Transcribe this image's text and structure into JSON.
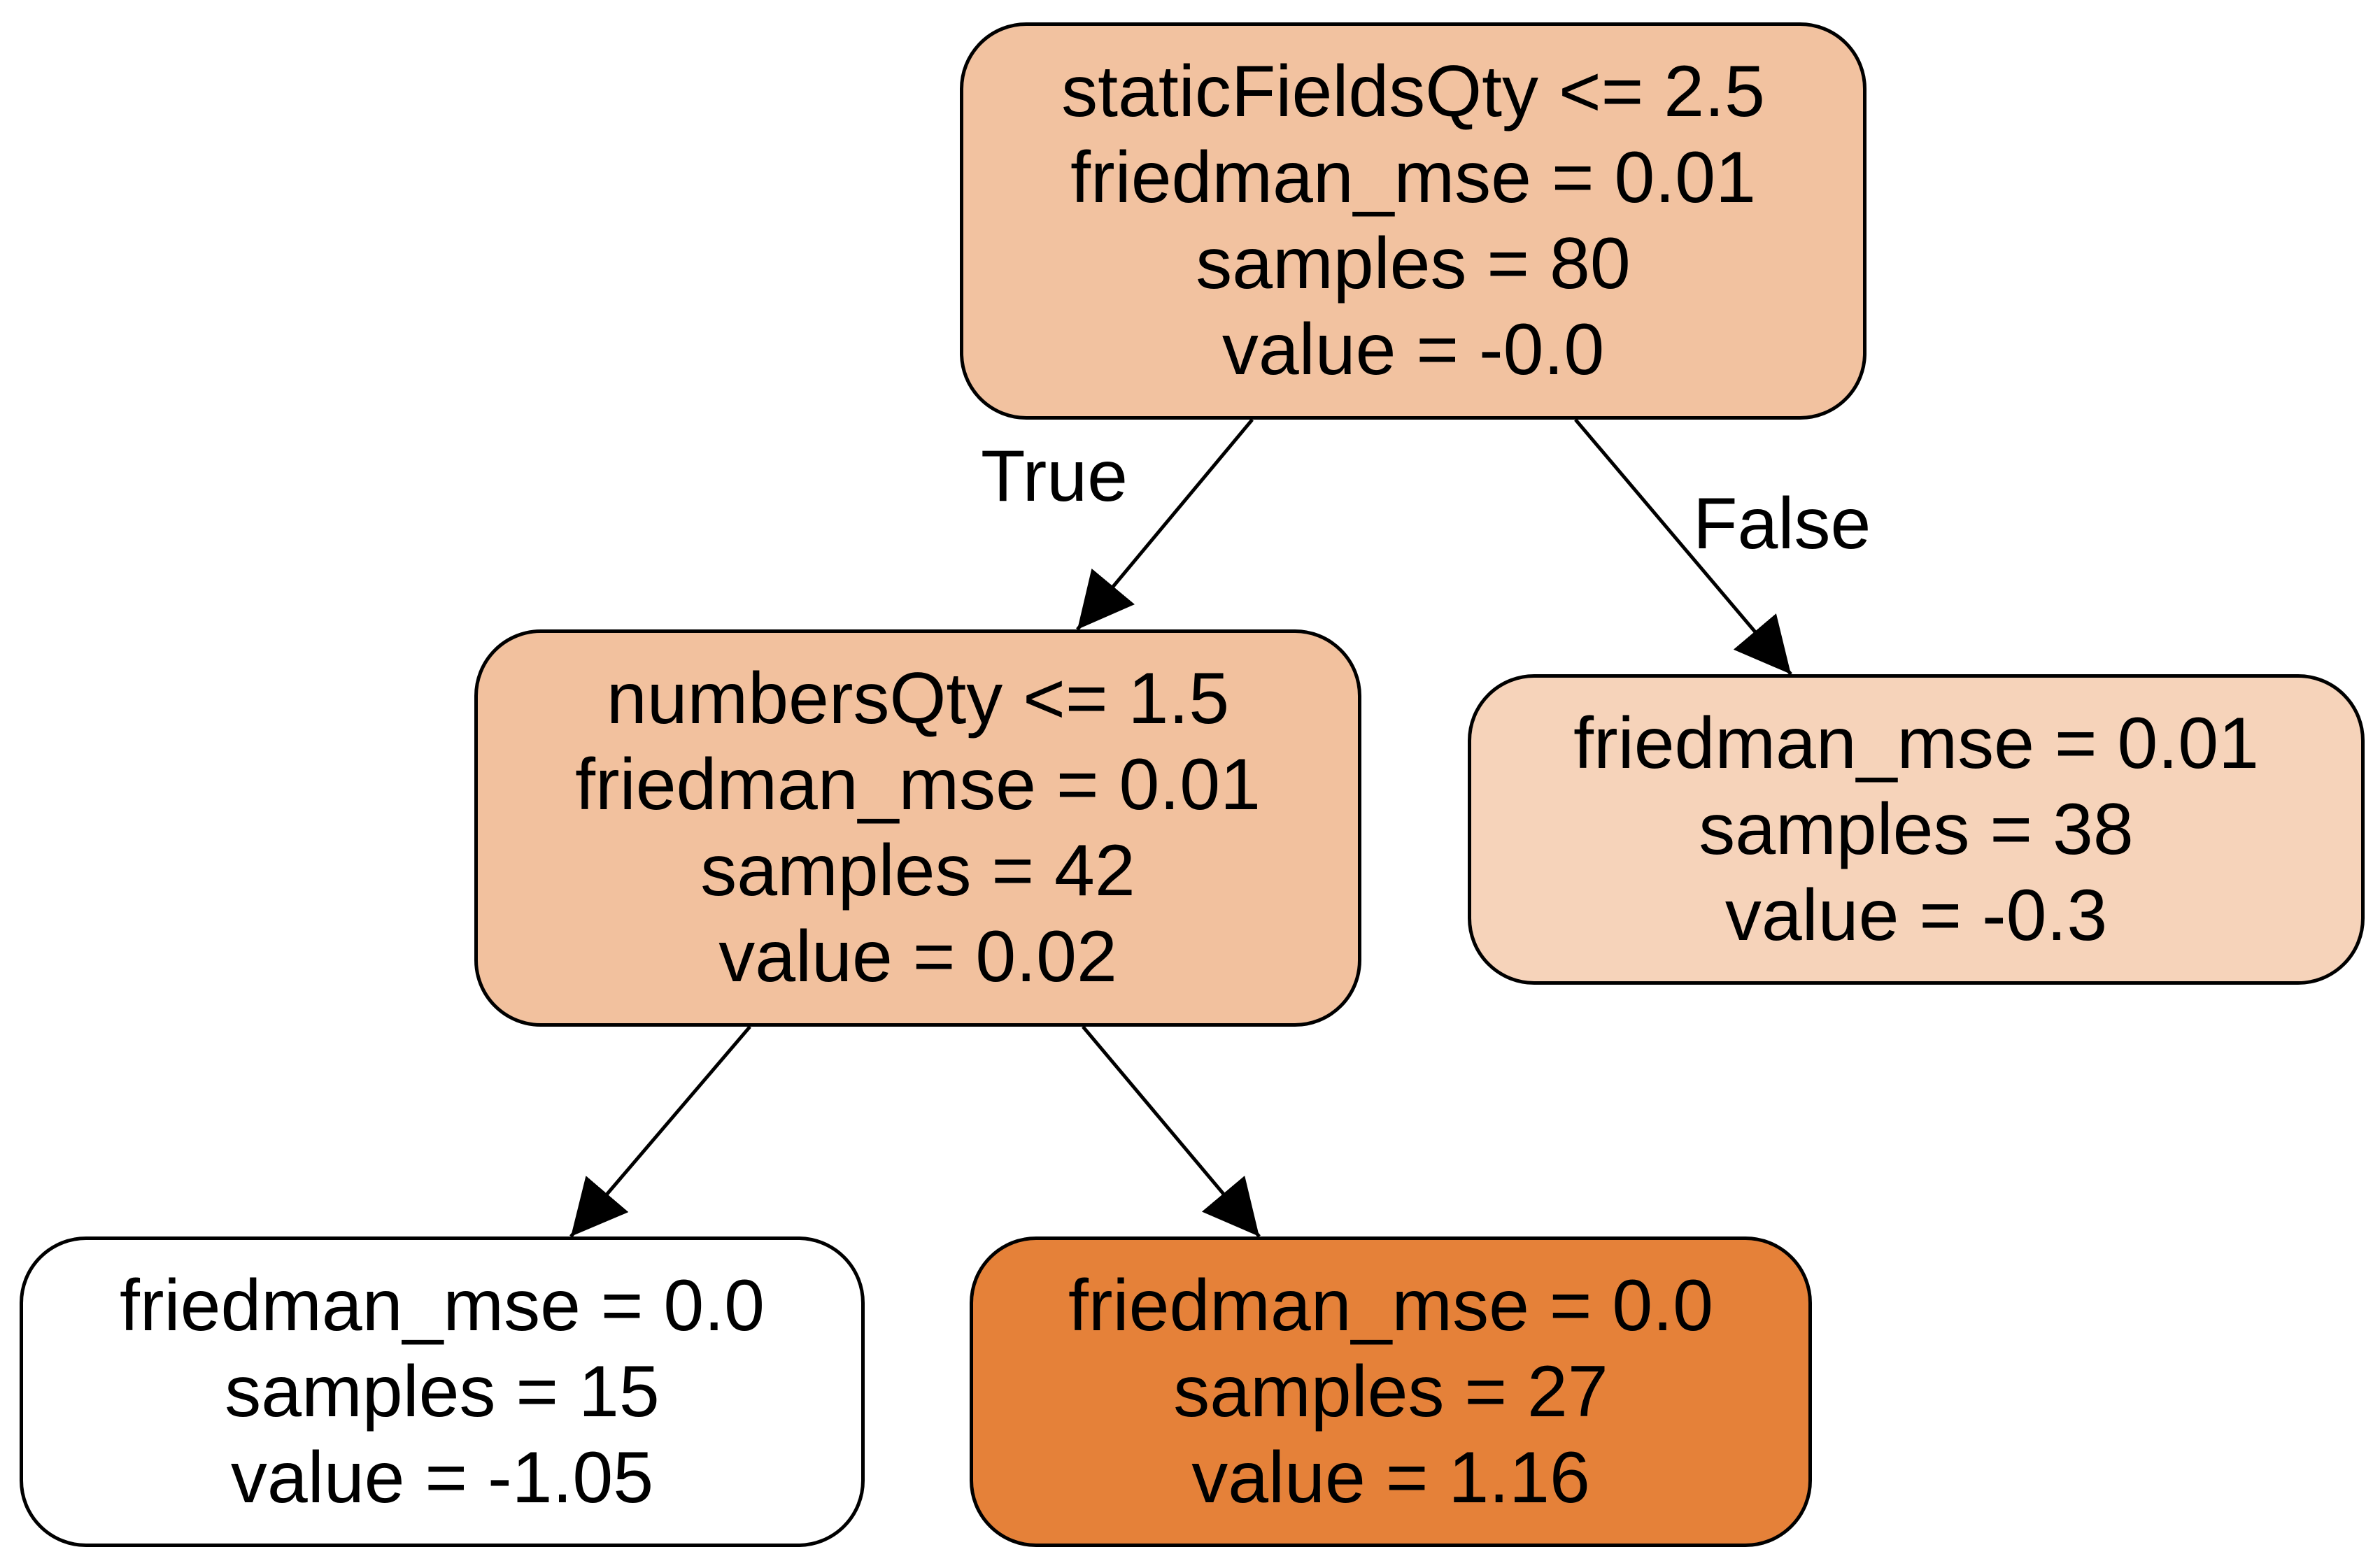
{
  "colors": {
    "root": "#f2c2a0",
    "internal": "#f2c19e",
    "false_leaf": "#f6d3ba",
    "left_leaf": "#ffffff",
    "right_leaf": "#e58139",
    "border": "#000000"
  },
  "edge_labels": {
    "true_label": "True",
    "false_label": "False"
  },
  "nodes": [
    {
      "lines": [
        "staticFieldsQty <= 2.5",
        "friedman_mse = 0.01",
        "samples = 80",
        "value = -0.0"
      ]
    },
    {
      "lines": [
        "numbersQty <= 1.5",
        "friedman_mse = 0.01",
        "samples = 42",
        "value = 0.02"
      ]
    },
    {
      "lines": [
        "friedman_mse = 0.01",
        "samples = 38",
        "value = -0.3"
      ]
    },
    {
      "lines": [
        "friedman_mse = 0.0",
        "samples = 15",
        "value = -1.05"
      ]
    },
    {
      "lines": [
        "friedman_mse = 0.0",
        "samples = 27",
        "value = 1.16"
      ]
    }
  ]
}
